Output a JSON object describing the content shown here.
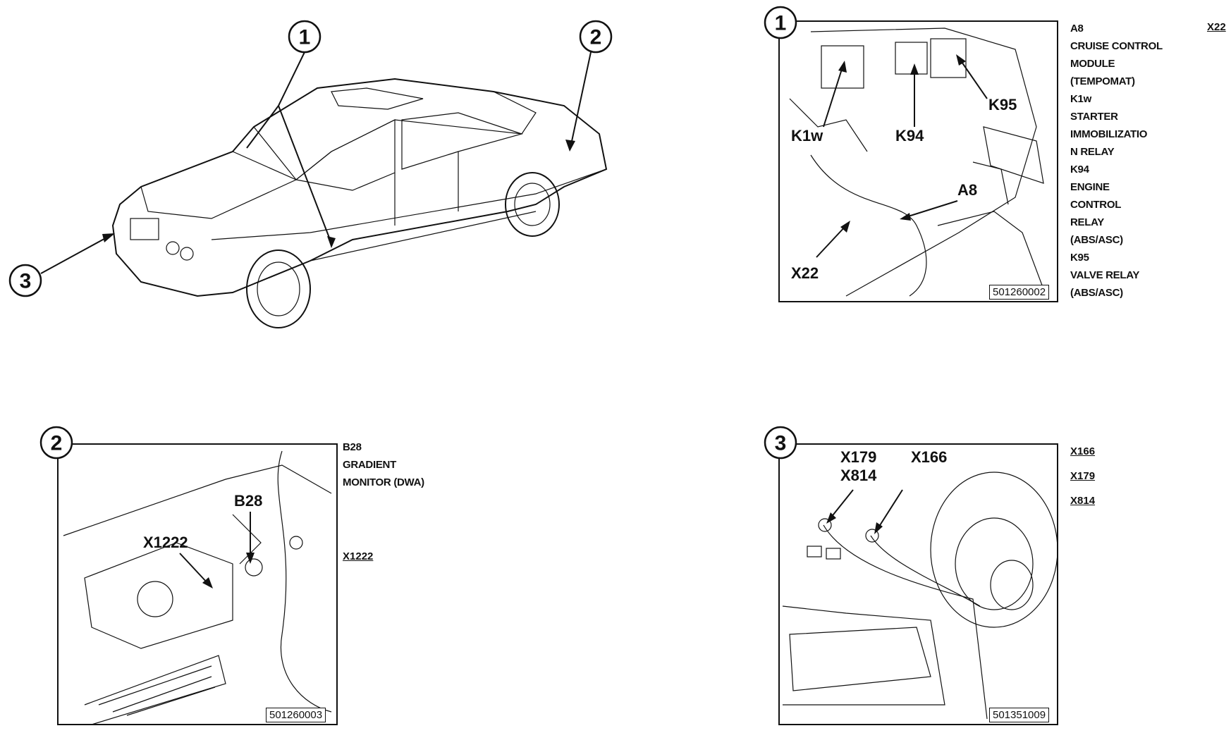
{
  "overview": {
    "callouts": [
      "1",
      "2",
      "3"
    ]
  },
  "panel1": {
    "badge": "1",
    "part_number": "501260002",
    "labels": [
      "K1w",
      "K94",
      "K95",
      "A8",
      "X22"
    ],
    "legend": [
      "A8",
      "CRUISE CONTROL",
      "MODULE",
      "(TEMPOMAT)",
      "K1w",
      "STARTER",
      "IMMOBILIZATIO",
      "N RELAY",
      "K94",
      "ENGINE",
      "CONTROL",
      "RELAY",
      "(ABS/ASC)",
      "K95",
      "VALVE RELAY",
      "(ABS/ASC)"
    ],
    "connector": "X22"
  },
  "panel2": {
    "badge": "2",
    "part_number": "501260003",
    "labels": [
      "B28",
      "X1222"
    ],
    "legend": [
      "B28",
      "GRADIENT",
      "MONITOR (DWA)"
    ],
    "connector": "X1222"
  },
  "panel3": {
    "badge": "3",
    "part_number": "501351009",
    "labels": [
      "X179",
      "X814",
      "X166"
    ],
    "connectors": [
      "X166",
      "X179",
      "X814"
    ]
  }
}
